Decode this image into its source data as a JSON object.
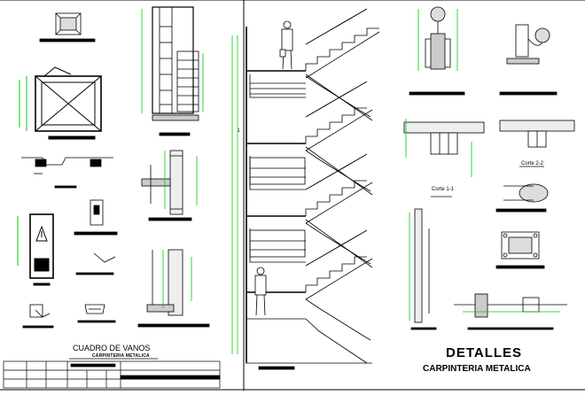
{
  "sheet": {
    "left_title": "CUADRO DE VANOS",
    "left_subtitle": "CARPINTERIA METALICA",
    "main_title": "DETALLES",
    "main_subtitle": "CARPINTERIA METALICA",
    "section_1": "Corte 1-1",
    "section_2": "Corte 2-2",
    "level_mark": "1"
  },
  "colors": {
    "line": "#000000",
    "dimension": "#00cc00",
    "background": "#ffffff"
  }
}
